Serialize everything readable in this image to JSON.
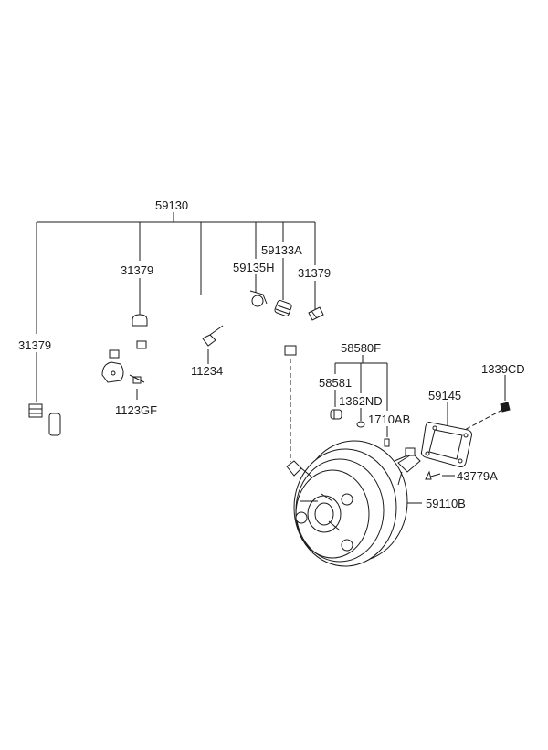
{
  "labels": {
    "p59130": "59130",
    "p31379_mid": "31379",
    "p59133A": "59133A",
    "p59135H": "59135H",
    "p31379_right": "31379",
    "p31379_left": "31379",
    "p11234": "11234",
    "p1123GF": "1123GF",
    "p58580F": "58580F",
    "p58581": "58581",
    "p1362ND": "1362ND",
    "p1710AB": "1710AB",
    "p1339CD": "1339CD",
    "p59145": "59145",
    "p43779A": "43779A",
    "p59110B": "59110B"
  }
}
